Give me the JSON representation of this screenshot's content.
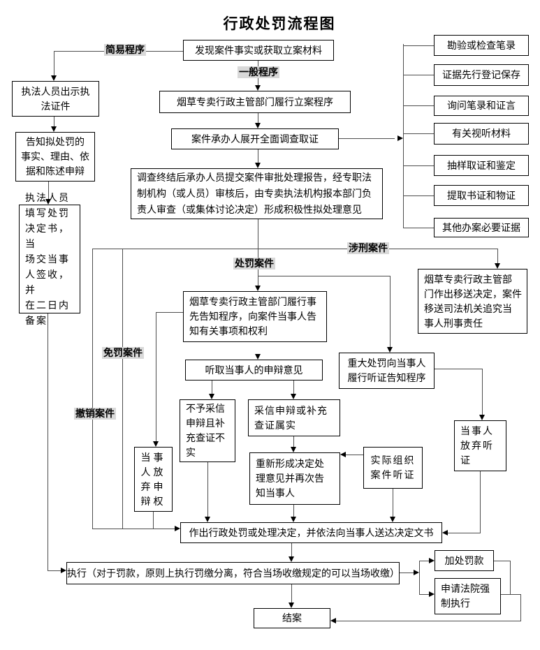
{
  "title": "行政处罚流程图",
  "labels": {
    "simple": "简易程序",
    "general": "一般程序",
    "criminal": "涉刑案件",
    "penalty": "处罚案件",
    "exempt": "免罚案件",
    "revoke": "撤销案件"
  },
  "nodes": {
    "discover": "发现案件事实或获取立案材料",
    "show_cert": "执法人员出示执\n法证件",
    "inform_penalty": "告知拟处罚的\n事实、理由、依\n据和陈述申辩",
    "fill_decision": "执法人员\n填写处罚\n决定书，当\n场交当事\n人签收，并\n在二日内\n备案",
    "filing": "烟草专卖行政主管部门履行立案程序",
    "investigate": "案件承办人展开全面调查取证",
    "report": "调查终结后承办人员提交案件审批处理报告，经专职法\n制机构（或人员）审核后，由专卖执法机构报本部门负\n责人审查（或集体讨论决定）形成积极性拟处理意见",
    "ev1": "勘验或检查笔录",
    "ev2": "证据先行登记保存",
    "ev3": "询问笔录和证言",
    "ev4": "有关视听材料",
    "ev5": "抽样取证和鉴定",
    "ev6": "提取书证和物证",
    "ev7": "其他办案必要证据",
    "transfer": "烟草专卖行政主管部\n门作出移送决定，案件\n移送司法机关追究当\n事人刑事责任",
    "prior_notice": "烟草专卖行政主管部门履行事\n先告知程序，向案件当事人告\n知有关事项和权利",
    "hear_defense": "听取当事人的申辩意见",
    "major_notice": "重大处罚向当事人\n履行听证告知程序",
    "reject_defense": "不予采信\n申辩且补\n充查证不\n实",
    "accept_defense": "采信申辩或补充\n查证属实",
    "reform_opinion": "重新形成决定处\n理意见并再次告\n知当事人",
    "waive_defense": "当事\n人放\n弃申\n辩权",
    "org_hearing": "实际组织\n案件听证",
    "waive_hearing": "当事人\n放弃听\n证",
    "decide": "作出行政处罚或处理决定，并依法向当事人送达决定文书",
    "execute": "执行（对于罚款，原则上执行罚缴分离，符合当场收缴规定的可以当场收缴）",
    "extra_fine": "加处罚款",
    "court_enforce": "申请法院强\n制执行",
    "close_case": "结案"
  }
}
